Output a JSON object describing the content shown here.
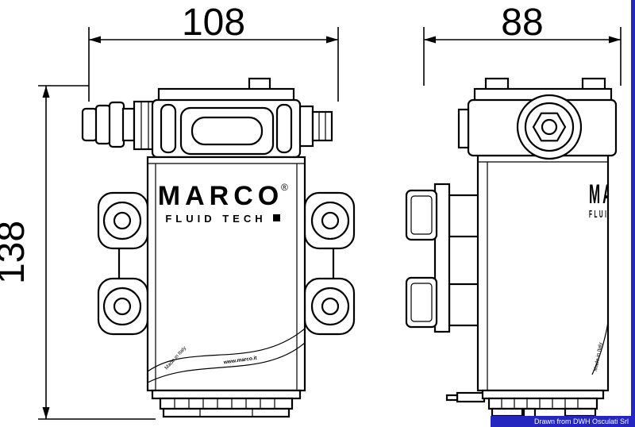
{
  "colors": {
    "line": "#000000",
    "accent_blue": "#2525c0",
    "background": "#ffffff"
  },
  "dimensions": {
    "front_width": "108",
    "front_height": "138",
    "side_depth": "88"
  },
  "branding": {
    "name": "MARCO",
    "reg": "®",
    "tagline": "FLUID TECH",
    "made_in": "Made in Italy",
    "website": "www.marco.it"
  },
  "watermark": {
    "credit": "Drawn from DWH Osculati Srl"
  }
}
